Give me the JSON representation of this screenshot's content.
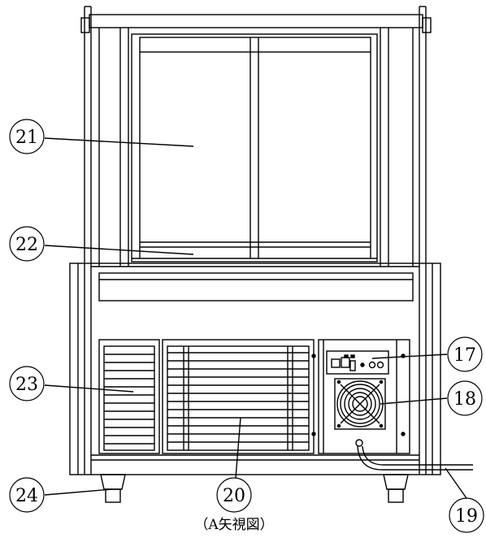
{
  "callouts": [
    {
      "id": "c21",
      "label": "21"
    },
    {
      "id": "c22",
      "label": "22"
    },
    {
      "id": "c23",
      "label": "23"
    },
    {
      "id": "c24",
      "label": "24"
    },
    {
      "id": "c20",
      "label": "20"
    },
    {
      "id": "c17",
      "label": "17"
    },
    {
      "id": "c18",
      "label": "18"
    },
    {
      "id": "c19",
      "label": "19"
    }
  ],
  "caption": "（A矢視図）",
  "colors": {
    "line": "#000000",
    "background": "#ffffff"
  }
}
